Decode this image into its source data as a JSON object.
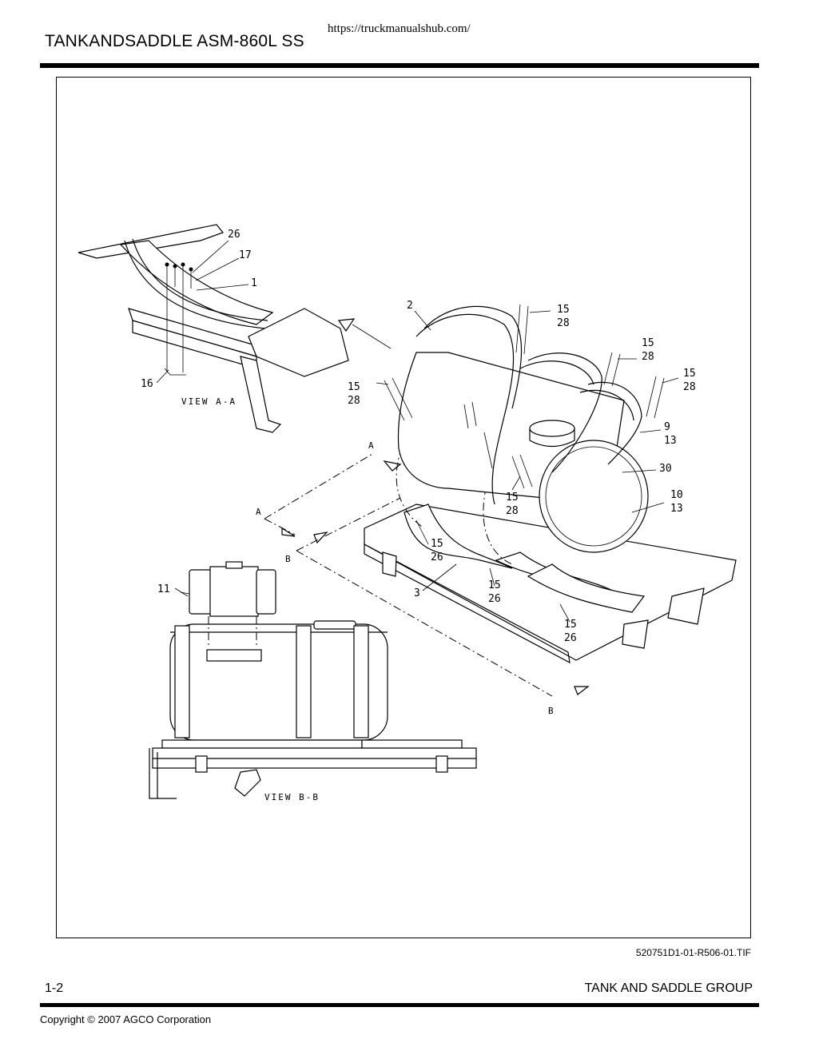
{
  "header": {
    "url": "https://truckmanualshub.com/",
    "title": "TANKANDSADDLE ASM-860L SS"
  },
  "figure": {
    "file_id": "520751D1-01-R506-01.TIF",
    "views": {
      "view_aa": "VIEW A-A",
      "view_bb": "VIEW B-B",
      "section_a": "A",
      "section_b": "B"
    },
    "callouts": {
      "c26": "26",
      "c17": "17",
      "c1": "1",
      "c16": "16",
      "c2": "2",
      "c15a": "15",
      "c28a": "28",
      "c15b": "15",
      "c28b": "28",
      "c15c": "15",
      "c28c": "28",
      "c15d": "15",
      "c28d": "28",
      "c9": "9",
      "c13a": "13",
      "c30": "30",
      "c10": "10",
      "c13b": "13",
      "c15e": "15",
      "c28e": "28",
      "c15f": "15",
      "c26f": "26",
      "c3": "3",
      "c15g": "15",
      "c26g": "26",
      "c15h": "15",
      "c26h": "26",
      "c11": "11"
    }
  },
  "footer": {
    "page_number": "1-2",
    "section": "TANK AND SADDLE GROUP",
    "copyright": "Copyright © 2007 AGCO Corporation"
  }
}
